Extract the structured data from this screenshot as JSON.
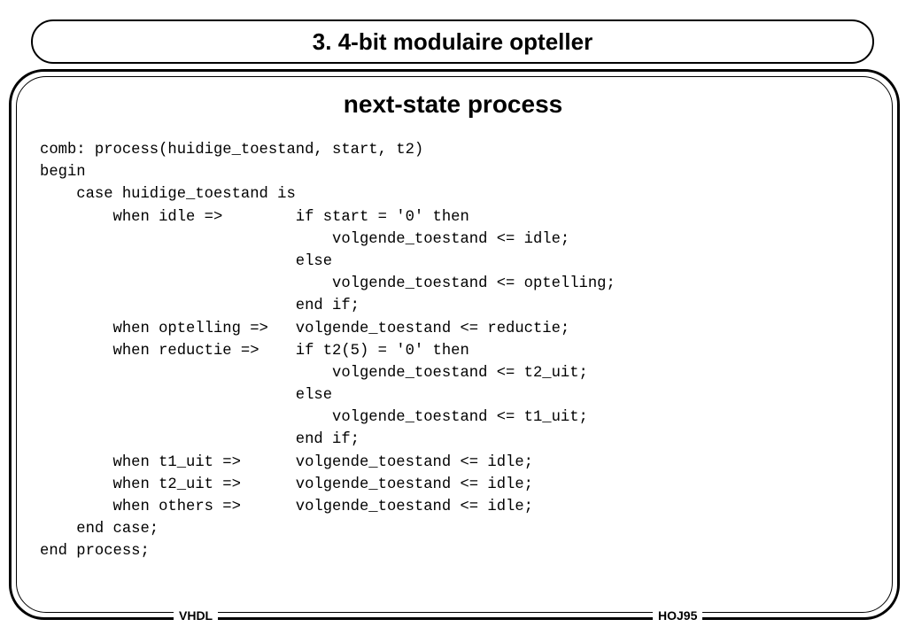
{
  "header": {
    "title": "3. 4-bit modulaire opteller"
  },
  "slide": {
    "subtitle": "next-state process",
    "code_lines": [
      "comb: process(huidige_toestand, start, t2)",
      "begin",
      "    case huidige_toestand is",
      "        when idle =>        if start = '0' then",
      "                                volgende_toestand <= idle;",
      "                            else",
      "                                volgende_toestand <= optelling;",
      "                            end if;",
      "        when optelling =>   volgende_toestand <= reductie;",
      "        when reductie =>    if t2(5) = '0' then",
      "                                volgende_toestand <= t2_uit;",
      "                            else",
      "                                volgende_toestand <= t1_uit;",
      "                            end if;",
      "        when t1_uit =>      volgende_toestand <= idle;",
      "        when t2_uit =>      volgende_toestand <= idle;",
      "        when others =>      volgende_toestand <= idle;",
      "    end case;",
      "end process;"
    ]
  },
  "footer": {
    "left_label": "VHDL",
    "right_label": "HOJ95"
  }
}
